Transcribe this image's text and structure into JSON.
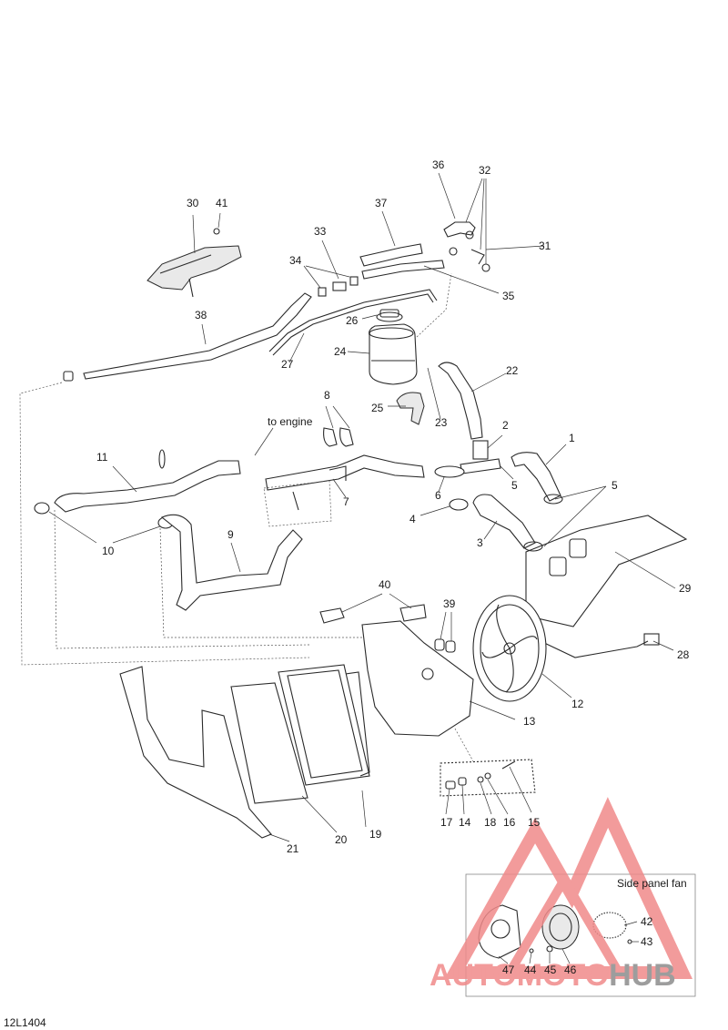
{
  "diagram_code": "12L1404",
  "annotations": {
    "to_engine": "to engine",
    "side_panel_fan": "Side panel fan"
  },
  "callouts": [
    {
      "id": "c1",
      "text": "1"
    },
    {
      "id": "c2",
      "text": "2"
    },
    {
      "id": "c3",
      "text": "3"
    },
    {
      "id": "c4",
      "text": "4"
    },
    {
      "id": "c5a",
      "text": "5"
    },
    {
      "id": "c5b",
      "text": "5"
    },
    {
      "id": "c6",
      "text": "6"
    },
    {
      "id": "c7",
      "text": "7"
    },
    {
      "id": "c8",
      "text": "8"
    },
    {
      "id": "c9",
      "text": "9"
    },
    {
      "id": "c10",
      "text": "10"
    },
    {
      "id": "c11",
      "text": "11"
    },
    {
      "id": "c12",
      "text": "12"
    },
    {
      "id": "c13",
      "text": "13"
    },
    {
      "id": "c14",
      "text": "14"
    },
    {
      "id": "c15",
      "text": "15"
    },
    {
      "id": "c16",
      "text": "16"
    },
    {
      "id": "c17",
      "text": "17"
    },
    {
      "id": "c18",
      "text": "18"
    },
    {
      "id": "c19",
      "text": "19"
    },
    {
      "id": "c20",
      "text": "20"
    },
    {
      "id": "c21",
      "text": "21"
    },
    {
      "id": "c22",
      "text": "22"
    },
    {
      "id": "c23",
      "text": "23"
    },
    {
      "id": "c24",
      "text": "24"
    },
    {
      "id": "c25",
      "text": "25"
    },
    {
      "id": "c26",
      "text": "26"
    },
    {
      "id": "c27",
      "text": "27"
    },
    {
      "id": "c28",
      "text": "28"
    },
    {
      "id": "c29",
      "text": "29"
    },
    {
      "id": "c30",
      "text": "30"
    },
    {
      "id": "c31",
      "text": "31"
    },
    {
      "id": "c32",
      "text": "32"
    },
    {
      "id": "c33",
      "text": "33"
    },
    {
      "id": "c34",
      "text": "34"
    },
    {
      "id": "c35",
      "text": "35"
    },
    {
      "id": "c36",
      "text": "36"
    },
    {
      "id": "c37",
      "text": "37"
    },
    {
      "id": "c38",
      "text": "38"
    },
    {
      "id": "c39",
      "text": "39"
    },
    {
      "id": "c40",
      "text": "40"
    },
    {
      "id": "c41",
      "text": "41"
    },
    {
      "id": "c42",
      "text": "42"
    },
    {
      "id": "c43",
      "text": "43"
    },
    {
      "id": "c44",
      "text": "44"
    },
    {
      "id": "c45",
      "text": "45"
    },
    {
      "id": "c46",
      "text": "46"
    },
    {
      "id": "c47",
      "text": "47"
    }
  ],
  "watermark": {
    "brand_part1": "AUTOMOTO",
    "brand_part2": "HUB",
    "color_primary": "#f08a8a",
    "color_secondary": "#8c8c8c"
  }
}
